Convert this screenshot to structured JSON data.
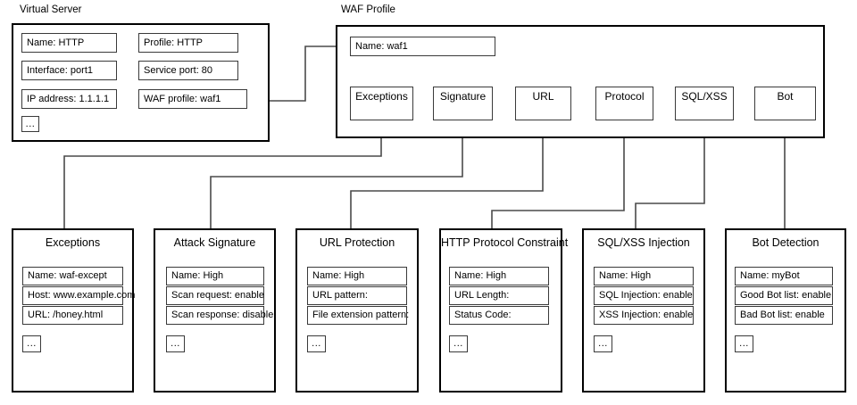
{
  "groups": {
    "virtual_server": {
      "label": "Virtual Server",
      "fields_left": [
        {
          "text": "Name: HTTP"
        },
        {
          "text": "Interface: port1"
        },
        {
          "text": "IP address: 1.1.1.1"
        },
        {
          "text": "..."
        }
      ],
      "fields_right": [
        {
          "text": "Profile: HTTP"
        },
        {
          "text": "Service port: 80"
        },
        {
          "text": "WAF profile: waf1"
        }
      ]
    },
    "waf_profile": {
      "label": "WAF Profile",
      "name_field": {
        "text": "Name: waf1"
      },
      "modules": [
        {
          "text": "Exceptions"
        },
        {
          "text": "Signature"
        },
        {
          "text": "URL"
        },
        {
          "text": "Protocol"
        },
        {
          "text": "SQL/XSS"
        },
        {
          "text": "Bot"
        }
      ]
    }
  },
  "panels": [
    {
      "title": "Exceptions",
      "fields": [
        {
          "text": "Name: waf-except"
        },
        {
          "text": "Host: www.example.com"
        },
        {
          "text": "URL: /honey.html"
        }
      ],
      "more": "..."
    },
    {
      "title": "Attack Signature",
      "fields": [
        {
          "text": "Name: High"
        },
        {
          "text": "Scan request: enable"
        },
        {
          "text": "Scan response: disable"
        }
      ],
      "more": "..."
    },
    {
      "title": "URL Protection",
      "fields": [
        {
          "text": "Name: High"
        },
        {
          "text": "URL pattern:"
        },
        {
          "text": "File extension pattern:"
        }
      ],
      "more": "..."
    },
    {
      "title": "HTTP Protocol Constraint",
      "fields": [
        {
          "text": "Name: High"
        },
        {
          "text": "URL Length:"
        },
        {
          "text": "Status Code:"
        }
      ],
      "more": "..."
    },
    {
      "title": "SQL/XSS Injection",
      "fields": [
        {
          "text": "Name: High"
        },
        {
          "text": "SQL Injection: enable"
        },
        {
          "text": "XSS Injection: enable"
        }
      ],
      "more": "..."
    },
    {
      "title": "Bot Detection",
      "fields": [
        {
          "text": "Name: myBot"
        },
        {
          "text": "Good Bot list: enable"
        },
        {
          "text": "Bad Bot list: enable"
        }
      ],
      "more": "..."
    }
  ],
  "colors": {
    "outline_strong": "#000000",
    "outline_thin": "#3a3a3a",
    "connector": "#4a4a4a",
    "background": "#ffffff"
  }
}
